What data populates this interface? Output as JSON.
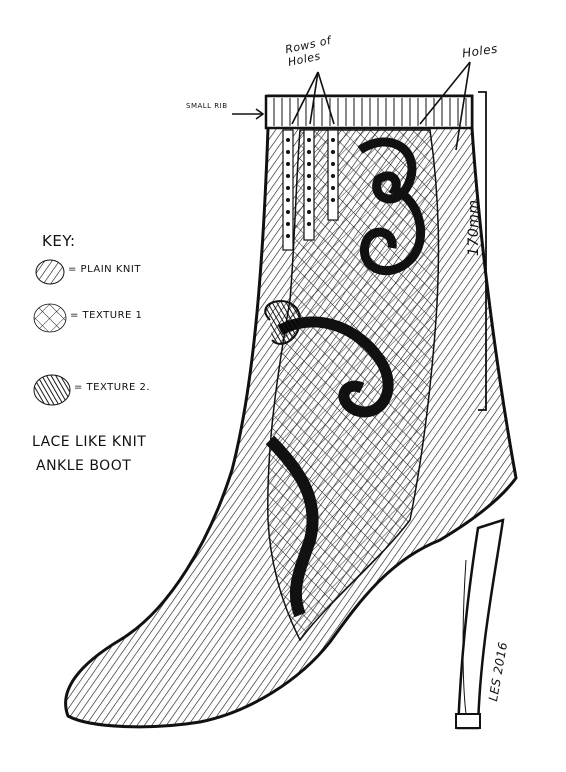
{
  "annotations": {
    "rows_of_holes": "Rows of Holes",
    "holes": "Holes",
    "small_rib": "SMALL RIB",
    "height": "170mm"
  },
  "key": {
    "heading": "KEY:",
    "items": [
      {
        "label": "= PLAIN KNIT"
      },
      {
        "label": "= TEXTURE 1"
      },
      {
        "label": "= TEXTURE 2."
      }
    ]
  },
  "caption": {
    "line1": "LACE LIKE KNIT",
    "line2": "ANKLE BOOT"
  },
  "signature": "LES 2016",
  "colors": {
    "ink": "#111111",
    "paper": "#ffffff"
  }
}
